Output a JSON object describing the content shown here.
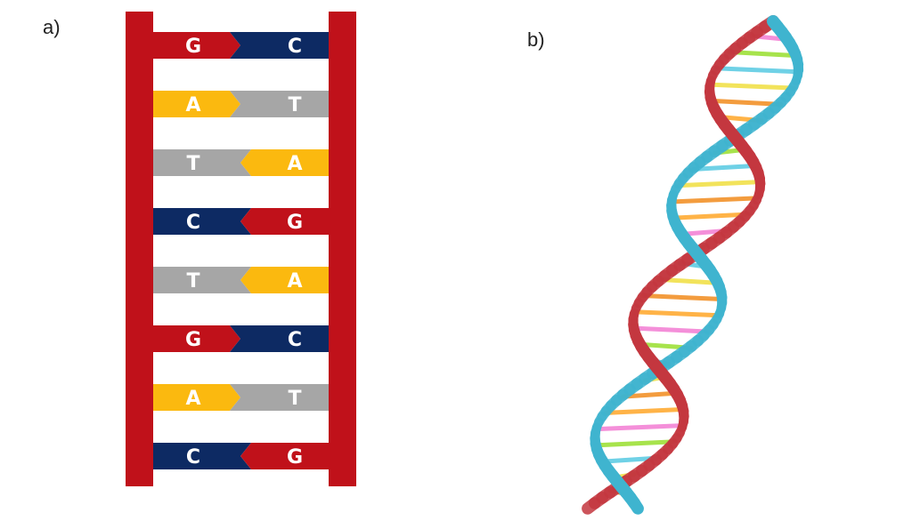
{
  "panels": {
    "a": {
      "label": "a)",
      "colors": {
        "backbone": "#c0111a",
        "G": "#c0111a",
        "C": "#0d2a63",
        "A": "#fbb90f",
        "T": "#a6a6a6"
      },
      "pairs": [
        {
          "left": "G",
          "right": "C"
        },
        {
          "left": "A",
          "right": "T"
        },
        {
          "left": "T",
          "right": "A"
        },
        {
          "left": "C",
          "right": "G"
        },
        {
          "left": "T",
          "right": "A"
        },
        {
          "left": "G",
          "right": "C"
        },
        {
          "left": "A",
          "right": "T"
        },
        {
          "left": "C",
          "right": "G"
        }
      ]
    },
    "b": {
      "label": "b)",
      "colors": {
        "strand_blue": "#3fb4cf",
        "strand_red": "#c4373f",
        "rungs": [
          "#ffb347",
          "#f48fd9",
          "#a7e34c",
          "#6fd1e6",
          "#f2e35b",
          "#f39c3e"
        ]
      }
    }
  }
}
